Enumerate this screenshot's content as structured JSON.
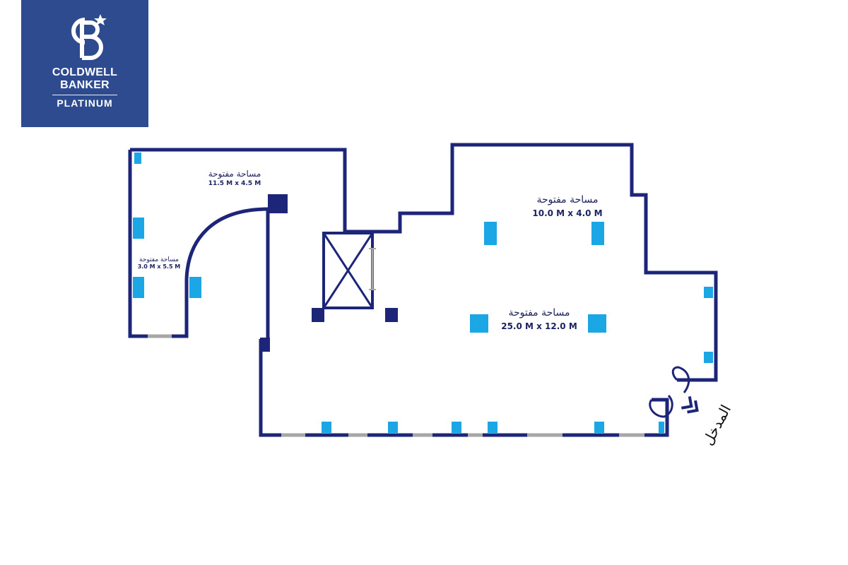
{
  "logo": {
    "line1": "COLDWELL",
    "line2": "BANKER",
    "line3": "PLATINUM",
    "icon": "cb-star-logo-icon",
    "background_color": "#2d4b8e"
  },
  "colors": {
    "wall": "#1d2578",
    "marker": "#1ba7e6",
    "window": "#a6a6a6",
    "text": "#1d2360"
  },
  "rooms": [
    {
      "title": "مساحة مفتوحة",
      "size": "11.5 M x 4.5 M"
    },
    {
      "title": "مساحة مفتوحة",
      "size": "3.0 M x 5.5 M"
    },
    {
      "title": "مساحة مفتوحة",
      "size": "10.0 M x 4.0 M"
    },
    {
      "title": "مساحة مفتوحة",
      "size": "25.0 M x 12.0 M"
    }
  ],
  "entrance": {
    "label": "المدخل",
    "icon": "double-chevron-icon"
  }
}
